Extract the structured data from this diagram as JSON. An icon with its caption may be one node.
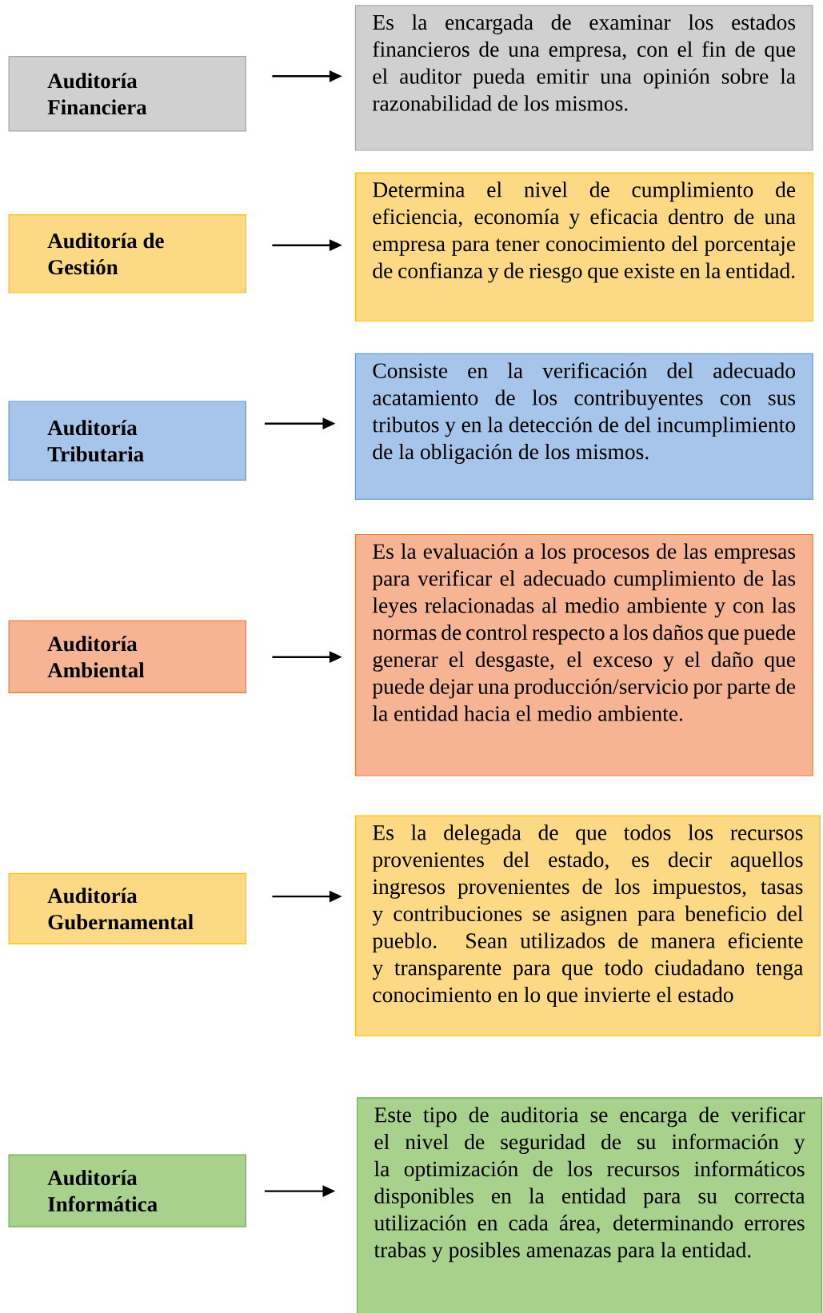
{
  "diagram": {
    "nodes": [
      {
        "text": [
          "Auditoría Financiera"
        ]
      },
      {
        "text": [
          "Es la encargada de examinar los estados financieros de una empresa, con el fin de que el auditor pueda emitir una opinión sobre la razonabilidad de los mismos."
        ]
      },
      {
        "text": [
          "Auditoría de Gestión"
        ]
      },
      {
        "text": [
          "Determina el nivel de cumplimiento de eficiencia, economía y eficacia dentro de una empresa para tener conocimiento del porcentaje de confianza y de riesgo que existe en la entidad."
        ]
      },
      {
        "text": [
          "Auditoría Tributaria"
        ]
      },
      {
        "text": [
          "Consiste en la verificación del adecuado acatamiento de los contribuyentes con sus tributos y en la detección de del incumplimiento de la obligación de los mismos."
        ]
      },
      {
        "text": [
          "Auditoría Ambiental"
        ]
      },
      {
        "text": [
          "Es la evaluación a los procesos de las empresas para verificar el adecuado cumplimiento de las leyes relacionadas al medio ambiente y con las normas de control respecto a los daños que puede generar el desgaste, el exceso y el daño que puede dejar una producción/servicio por parte de la entidad hacia el medio ambiente."
        ]
      },
      {
        "text": [
          "Auditoría Gubernamental"
        ]
      },
      {
        "text": [
          "Es la delegada de que todos los recursos provenientes del estado, es decir aquellos ingresos provenientes de los impuestos, tasas y contribuciones se asignen para beneficio del pueblo. Sean utilizados de manera eficiente y transparente para que todo ciudadano tenga conocimiento en lo que invierte el estado"
        ]
      },
      {
        "text": [
          "Auditoría Informática"
        ]
      },
      {
        "text": [
          "Este tipo de auditoria se encarga de verificar el nivel de seguridad de su información y la optimización de los recursos informáticos disponibles en la entidad para su correcta utilización en cada área, determinando errores trabas y posibles amenazas para la entidad."
        ]
      }
    ],
    "edges": [
      {
        "from": 0,
        "to": 1,
        "arrow": "to"
      },
      {
        "from": 2,
        "to": 3,
        "arrow": "to"
      },
      {
        "from": 4,
        "to": 5,
        "arrow": "to"
      },
      {
        "from": 6,
        "to": 7,
        "arrow": "to"
      },
      {
        "from": 8,
        "to": 9,
        "arrow": "to"
      },
      {
        "from": 10,
        "to": 11,
        "arrow": "to"
      }
    ]
  }
}
